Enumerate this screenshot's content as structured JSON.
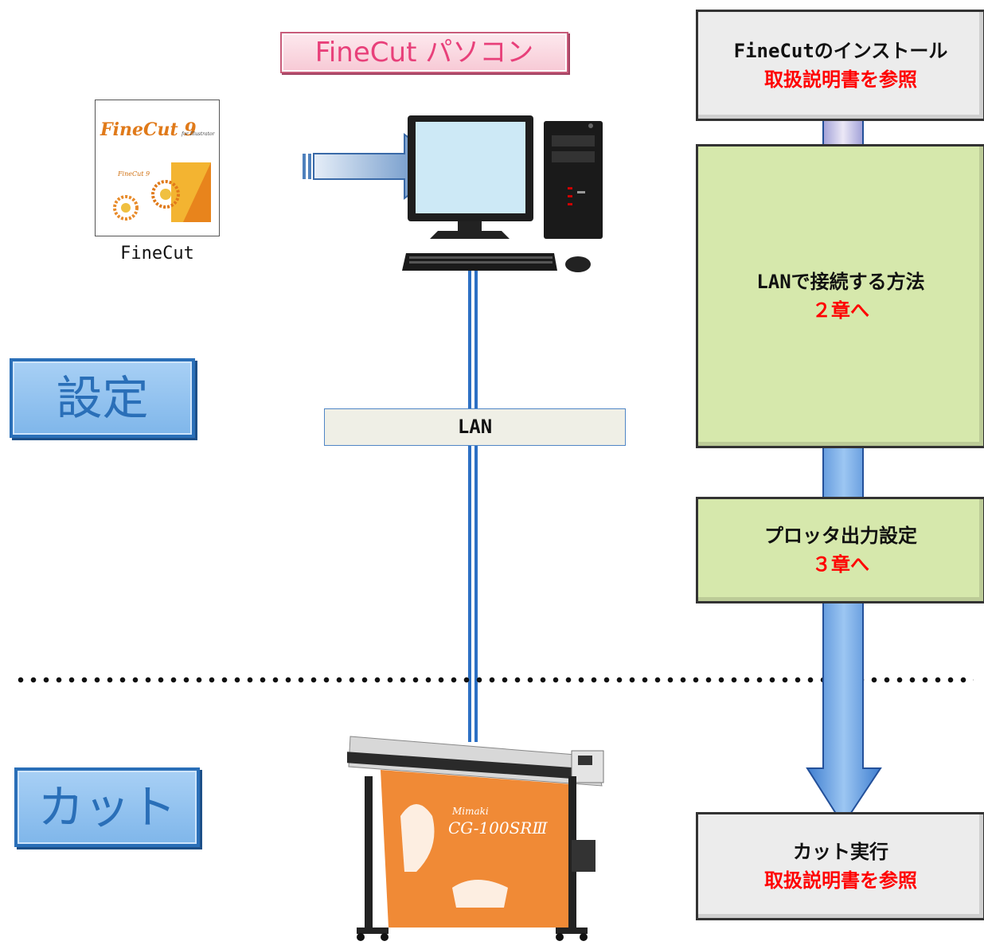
{
  "header_label": "FineCut パソコン",
  "software": {
    "box_title": "FineCut 9",
    "box_subtitle": "for Illustrator",
    "label": "FineCut"
  },
  "sections": {
    "setup": "設定",
    "cut": "カット"
  },
  "network": {
    "label": "LAN"
  },
  "plotter": {
    "brand": "Mimaki",
    "model": "CG-100SRⅢ"
  },
  "flow_steps": [
    {
      "title": "FineCutのインストール",
      "note": "取扱説明書を参照"
    },
    {
      "title": "LANで接続する方法",
      "note": "２章へ"
    },
    {
      "title": "プロッタ出力設定",
      "note": "３章へ"
    },
    {
      "title": "カット実行",
      "note": "取扱説明書を参照"
    }
  ],
  "colors": {
    "section_fill": "#8fc1ef",
    "section_border": "#2a6fb8",
    "note_red": "#ff0000",
    "green_box": "#d6e8ac",
    "gray_box": "#ececec"
  }
}
